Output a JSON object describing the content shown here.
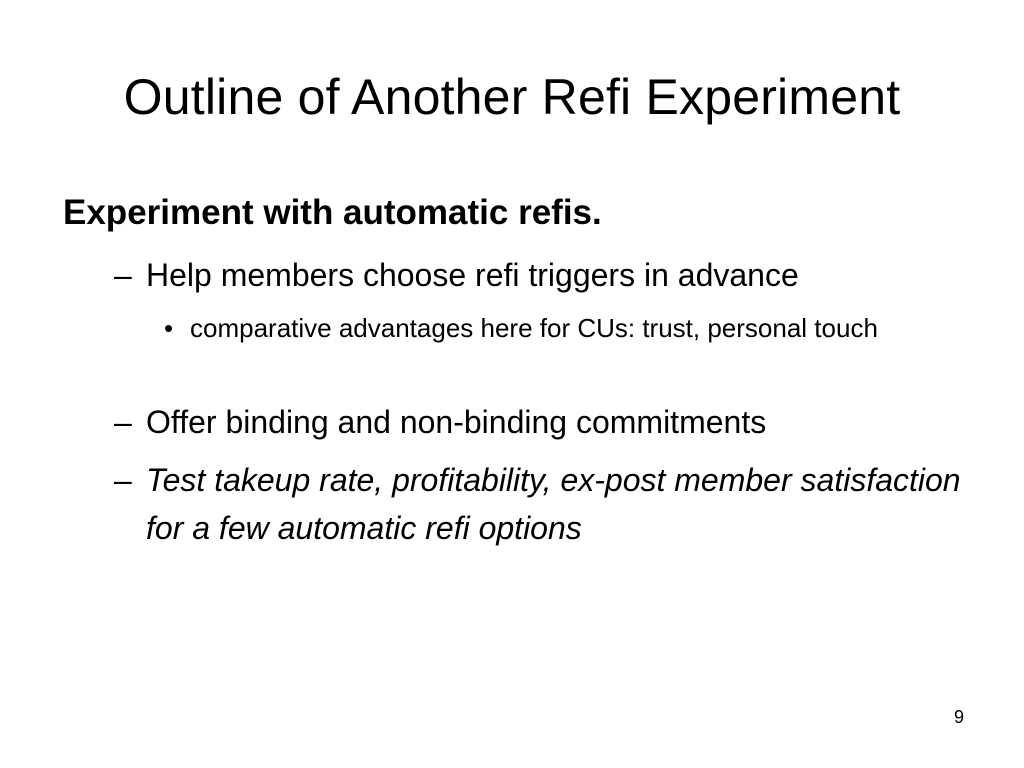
{
  "slide": {
    "title": "Outline of Another Refi Experiment",
    "heading": "Experiment with automatic refis.",
    "items": [
      {
        "marker": "–",
        "text": "Help members choose refi triggers in advance"
      },
      {
        "marker": "•",
        "text": "comparative advantages here for CUs: trust, personal touch"
      },
      {
        "marker": "–",
        "text": "Offer binding and non-binding commitments"
      },
      {
        "marker": "–",
        "text": "Test takeup rate, profitability, ex-post member satisfaction for a few automatic refi options"
      }
    ],
    "page_number": "9"
  }
}
